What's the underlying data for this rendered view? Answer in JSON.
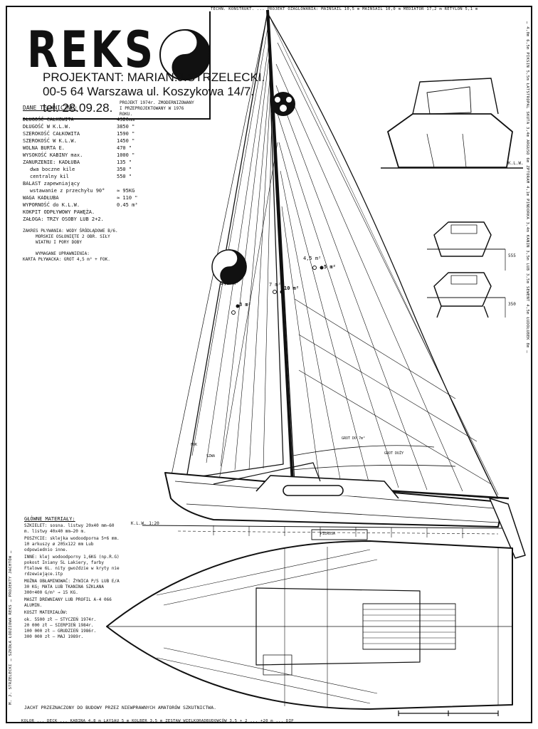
{
  "title": {
    "name": "REKS",
    "designer": "PROJEKTANT: MARIAN.J.STRZELECKI.",
    "address": "00-5 64 Warszawa  ul. Koszykowa 14/7.",
    "phone": "tel. 28.09.28.",
    "project_note": "PROJEKT 1974r. ZMODERNIZOWANY I PRZEPROJEKTOWANY W 1976 ROKU."
  },
  "top_strip": "TECHN. KONSTRUKT. ... PROJEKT OŻAGLOWANIA: MAINSAIL 10,5 m  MAINSAIL 10,0 m  MEDIATOR 17,2 m  RETYLON 5,1 m",
  "specs": {
    "heading": "DANE TECHNICZNE:",
    "rows": [
      {
        "label": "DŁUGOŚĆ CAŁKOWITA",
        "value": "4320mm"
      },
      {
        "label": "DŁUGOŚĆ W K.L.W.",
        "value": "3850 \""
      },
      {
        "label": "SZEROKOŚĆ CAŁKOWITA",
        "value": "1590 \""
      },
      {
        "label": "SZEROKOŚĆ W K.L.W.",
        "value": "1450 \""
      },
      {
        "label": "WOLNA BURTA  E.",
        "value": "470 \""
      },
      {
        "label": "WYSOKOŚĆ KABINY max.",
        "value": "1000 \""
      },
      {
        "label": "ZANURZENIE: KADŁUBA",
        "value": "135 \""
      },
      {
        "label": "dwa  boczne kile",
        "value": "350 \""
      },
      {
        "label": "centralny kil",
        "value": "550 \""
      }
    ],
    "ballast_1": "BALAST zapewniający",
    "ballast_2": "wstawanie z przechyłu 90°",
    "ballast_value": "≈ 95KG",
    "rows2": [
      {
        "label": "WAGA KADŁUBA",
        "value": "≈ 110 \""
      },
      {
        "label": "WYPORNOŚĆ do K.L.W.",
        "value": "0.45 m³"
      }
    ],
    "cockpit": "KOKPIT ODPŁYWOWY PAWĘŻA.",
    "crew": "ZAŁOGA: TRZY OSOBY  LUB 2+2.",
    "sailing_area_1": "ZAKRES PŁYWANIA: WODY ŚRÓDLĄDOWE B/6.",
    "sailing_area_2": "MORSKIE OSŁONIĘTE 2 OBR. SIŁY",
    "sailing_area_3": "WIATRU I PORY DOBY",
    "license_heading": "WYMAGANE UPRAWNIENIA:",
    "license": "KARTA PŁYWACKA: GROT 4,5 m² + FOK."
  },
  "materials": {
    "heading": "GŁÓWNE MATERIAŁY:",
    "skeleton": "SZKIELET:",
    "skeleton_text": "sosna. listwy 20x40 mm—60 m. listwy 40x40 mm—20 m.",
    "planking": "POSZYCIE:",
    "planking_text": "sklejka wodoodporna 5+6 mm. 10 arkuszy ø 205x122 mm Lub odpowiednio inne.",
    "other": "INNE:",
    "other_text": "klej wodoodporny 1,6KG (np.R.G) pokost Iniany 5L Lakiery, farby Ftalowe 6L. nity gwoździe w kryty nie rdzewiejące.itp",
    "possible": "MOŻNA OBŁAMINOWAĆ:",
    "possible_text": "ŻYWICA P/S LUB E/A 30 KG; MATA LUB TKANINA SZKLANA 300÷400 G/m² → 15 KG.",
    "mast": "MASZT DREWNIANY LUB PROFIL A-4 066 ALUMIN.",
    "cost": "KOSZT MATERIAŁÓW:",
    "cost_lines": [
      "ok. 5500 zł — STYCZEŃ 1974r.",
      "20 000 zł — SIERPIEŃ 1984r.",
      "100 000 zł — GRUDZIEŃ 1986r.",
      "300 000 zł — MAJ 1989r."
    ]
  },
  "labels": {
    "klw_main": "K.L.W. 1:20",
    "klw_side": "K.L.W.",
    "dim_1": "555",
    "dim_2": "350",
    "sail_1a": "4,5 m²",
    "sail_1b": "5 m²",
    "sail_2a": "7 m²",
    "sail_2b": "10 m²",
    "sail_3a": "2,5 m²",
    "sail_3b": "3 m²",
    "grot_1": "GROT DO 7m²",
    "grot_2": "GROT DUŻY",
    "fok": "FOK",
    "szkwa": "SZWA",
    "keel_label": "PIERUSA"
  },
  "bottom_note": "JACHT PRZEZNACZONY DO BUDOWY PRZEZ NIEWPRAWNYCH AMATORÓW SZKUTNICTWA.",
  "bottom_strip": "KOLOR ... DECK ... KABINA 4,8 m  LAYSAU 5 m  KOLBER 3,5 m  ZESTAW WIELKORADBUDOWCÓW 3,5 + 2 ... +20 m ... DIP",
  "right_strip": "… 4,0m 6,5m PIKSIN 5,5m ŁATSTROPAL SKUTA 3,4m ARGUSO 6m ZPTORAM 4,1m PINDORKA 3,4m KANIN 3,5m LUB 3,5m SEWENT 4,5m ŁUDOŁUBEK 8m …",
  "left_strip": "M. J. STRZELECKI … SZKOŁA ŁODZIOWA REKS … PROJEKTY JACHTÓW …",
  "colors": {
    "ink": "#111111",
    "paper": "#ffffff"
  }
}
